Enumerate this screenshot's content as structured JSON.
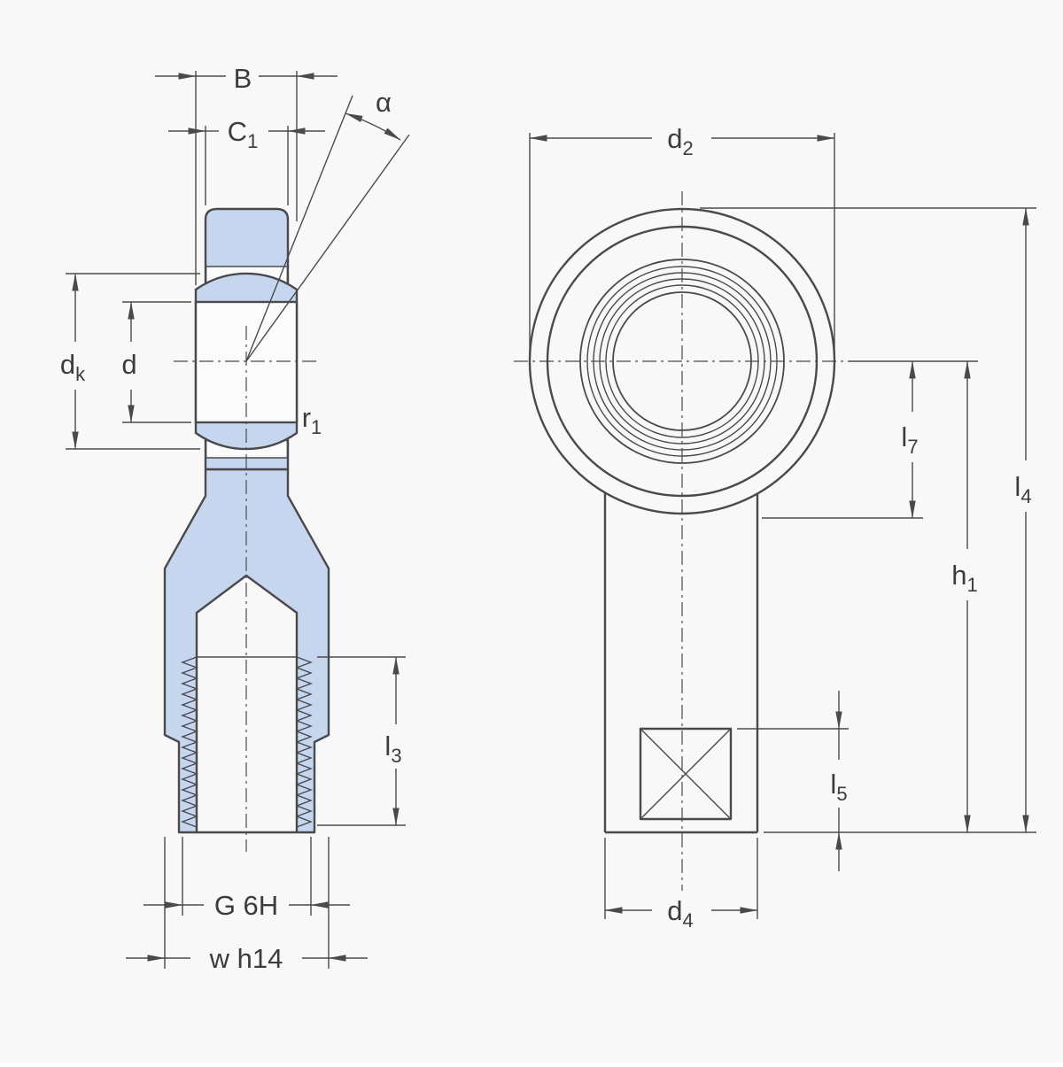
{
  "diagram": {
    "colors": {
      "background": "#f8f8f8",
      "line": "#4a4a4c",
      "part_fill": "#c6d6ee",
      "label_text": "#3c3c3e"
    },
    "left_view": {
      "labels": {
        "b": "B",
        "c1": {
          "base": "C",
          "sub": "1"
        },
        "alpha": "α",
        "dk": {
          "base": "d",
          "sub": "k"
        },
        "d": "d",
        "r1": {
          "base": "r",
          "sub": "1"
        },
        "l3": {
          "base": "l",
          "sub": "3"
        },
        "thread": "G 6H",
        "width_flats": "w h14"
      }
    },
    "right_view": {
      "labels": {
        "d2": {
          "base": "d",
          "sub": "2"
        },
        "l7": {
          "base": "l",
          "sub": "7"
        },
        "l4": {
          "base": "l",
          "sub": "4"
        },
        "h1": {
          "base": "h",
          "sub": "1"
        },
        "l5": {
          "base": "l",
          "sub": "5"
        },
        "d4": {
          "base": "d",
          "sub": "4"
        }
      }
    }
  }
}
